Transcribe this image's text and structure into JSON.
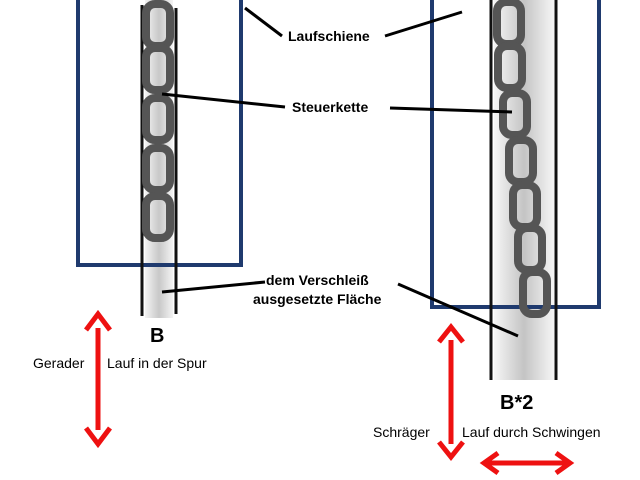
{
  "labels": {
    "rail": "Laufschiene",
    "chain": "Steuerkette",
    "wear_line1": "dem Verschleiß",
    "wear_line2": "ausgesetzte Fläche"
  },
  "left": {
    "title": "B",
    "caption_a": "Gerader",
    "caption_b": "Lauf in der Spur"
  },
  "right": {
    "title": "B*2",
    "caption_a": "Schräger",
    "caption_b": "Lauf durch Schwingen"
  },
  "colors": {
    "frame": "#1f3a6e",
    "arrow": "#ee1111",
    "chain": "#555555",
    "wear": "#cfcfcf"
  }
}
